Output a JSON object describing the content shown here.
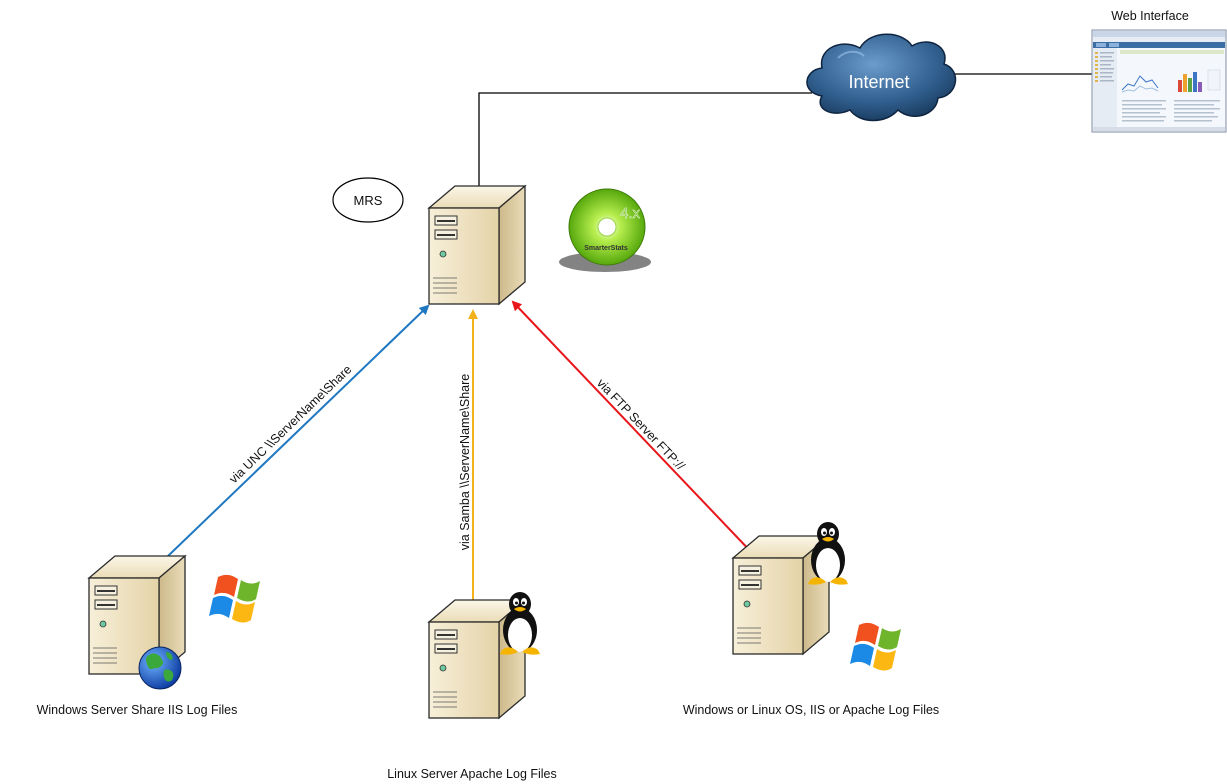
{
  "nodes": {
    "mrs": {
      "label": "MRS"
    },
    "internet": {
      "label": "Internet"
    },
    "web_interface": {
      "label": "Web Interface"
    },
    "cd": {
      "brand": "SmarterStats",
      "version": "4.x"
    },
    "windows_server": {
      "label": "Windows Server Share IIS Log Files"
    },
    "linux_server": {
      "label": "Linux Server Apache Log Files"
    },
    "mixed_server": {
      "label": "Windows or Linux OS, IIS or Apache Log Files"
    }
  },
  "connections": [
    {
      "id": "unc",
      "label": "via UNC \\\\ServerName\\Share",
      "color": "#1f78c1"
    },
    {
      "id": "samba",
      "label": "via Samba \\\\ServerName\\Share",
      "color": "#f3b21b"
    },
    {
      "id": "ftp",
      "label": "via FTP Server FTP://",
      "color": "#e8161b"
    }
  ],
  "colors": {
    "server_body": "#f1e6c8",
    "server_side": "#d2c091",
    "cloud": "#3a6c9b",
    "cd": "#8bd61a",
    "line": "#000000"
  }
}
